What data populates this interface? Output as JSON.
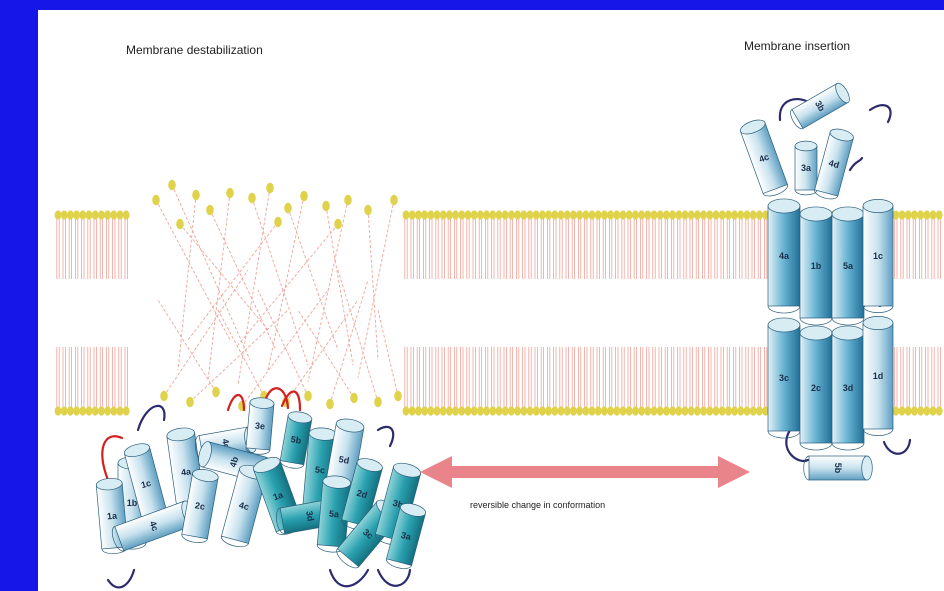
{
  "titles": {
    "left": "Membrane destabilization",
    "right": "Membrane insertion"
  },
  "arrow_caption": "reversible change in conformation",
  "helix_labels_left": [
    "1b",
    "1c",
    "1a",
    "4a",
    "4c",
    "4d",
    "4b",
    "2c",
    "3e",
    "4c",
    "1a",
    "5b",
    "5c",
    "5d",
    "3d",
    "5a",
    "2d",
    "3c",
    "3b",
    "3a"
  ],
  "helix_labels_right": [
    "3b",
    "4c",
    "3a",
    "4d",
    "4a",
    "1b",
    "5a",
    "1c",
    "3c",
    "2c",
    "3d",
    "1d",
    "5b"
  ],
  "colors": {
    "slide_background": "#1616e8",
    "lipid_head": "#e0d24a",
    "lipid_tail": "#f0a49a",
    "helix_dark": "#1f7fa8",
    "helix_light": "#e6f1f6",
    "loop_red": "#d4201f",
    "loop_dark": "#2b2b6e",
    "arrow": "#e8848a"
  }
}
